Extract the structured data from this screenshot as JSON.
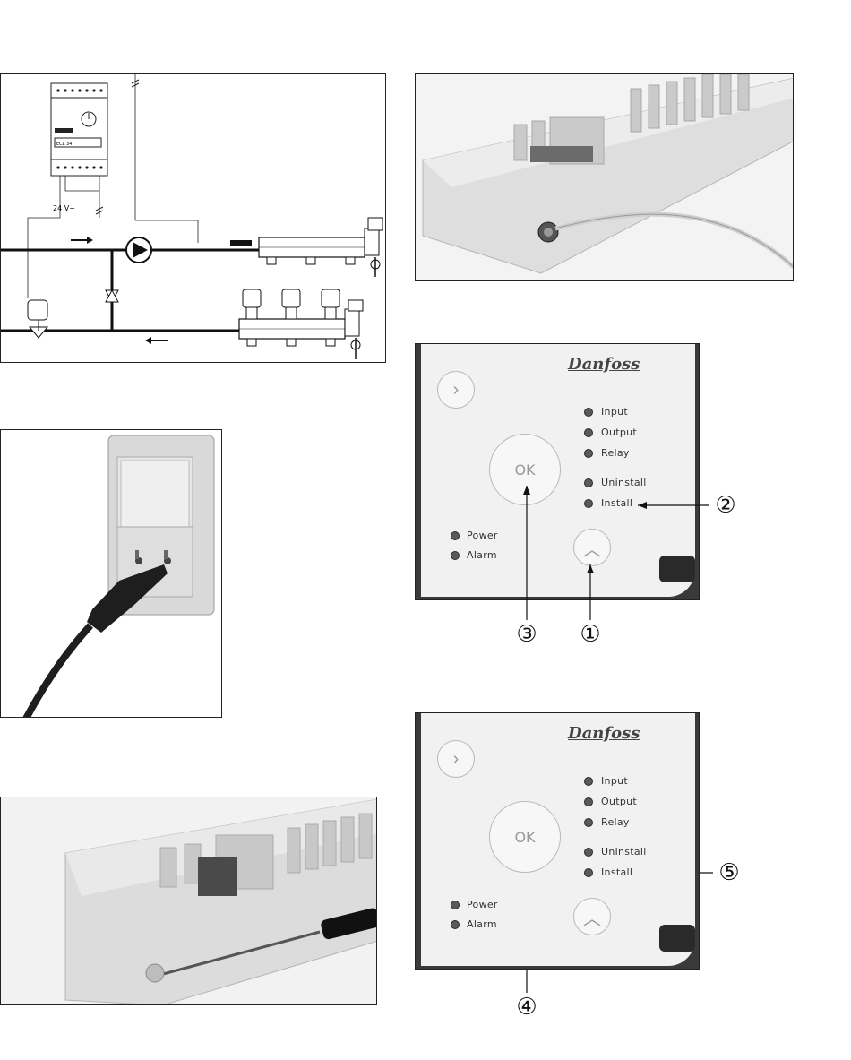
{
  "schematic": {
    "supply_voltage": "24 V~",
    "device_label": "ECL 34"
  },
  "panel_top": {
    "brand": "Danfoss",
    "ok_label": "OK",
    "leds_right": [
      "Input",
      "Output",
      "Relay",
      "Uninstall",
      "Install"
    ],
    "leds_left": [
      "Power",
      "Alarm"
    ],
    "callouts": [
      "1",
      "2",
      "3"
    ],
    "callout_glyphs": {
      "1": "①",
      "2": "②",
      "3": "③"
    }
  },
  "panel_bottom": {
    "brand": "Danfoss",
    "ok_label": "OK",
    "leds_right": [
      "Input",
      "Output",
      "Relay",
      "Uninstall",
      "Install"
    ],
    "leds_left": [
      "Power",
      "Alarm"
    ],
    "callout_glyphs": {
      "4": "④",
      "5": "⑤"
    }
  }
}
